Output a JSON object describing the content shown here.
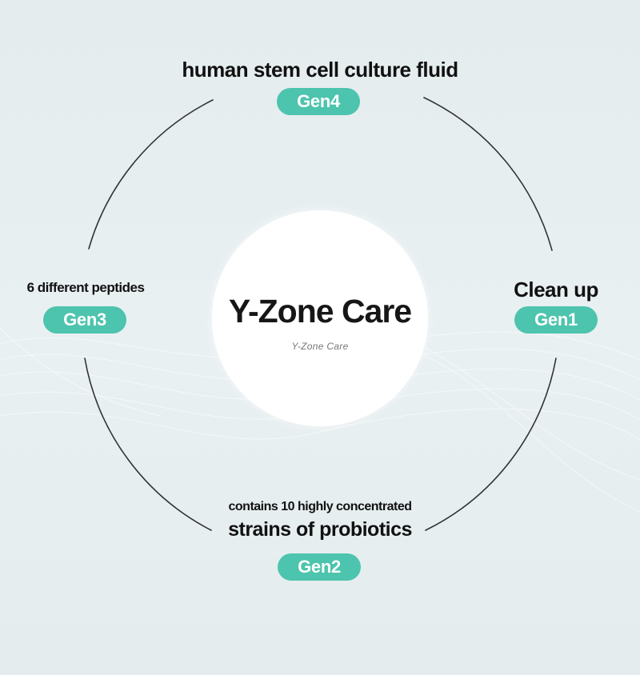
{
  "center": {
    "title": "Y-Zone Care",
    "subtitle": "Y-Zone Care"
  },
  "nodes": [
    {
      "id": "gen4",
      "badge": "Gen4",
      "label": "human stem cell culture  fluid"
    },
    {
      "id": "gen3",
      "badge": "Gen3",
      "label": "6 different peptides"
    },
    {
      "id": "gen1",
      "badge": "Gen1",
      "label": "Clean up"
    },
    {
      "id": "gen2",
      "badge": "Gen2",
      "sublabel": "contains 10 highly concentrated",
      "label": "strains of probiotics"
    }
  ],
  "colors": {
    "accent": "#4dc4ad",
    "background": "#e7eef0",
    "ring_stroke": "#333333"
  }
}
